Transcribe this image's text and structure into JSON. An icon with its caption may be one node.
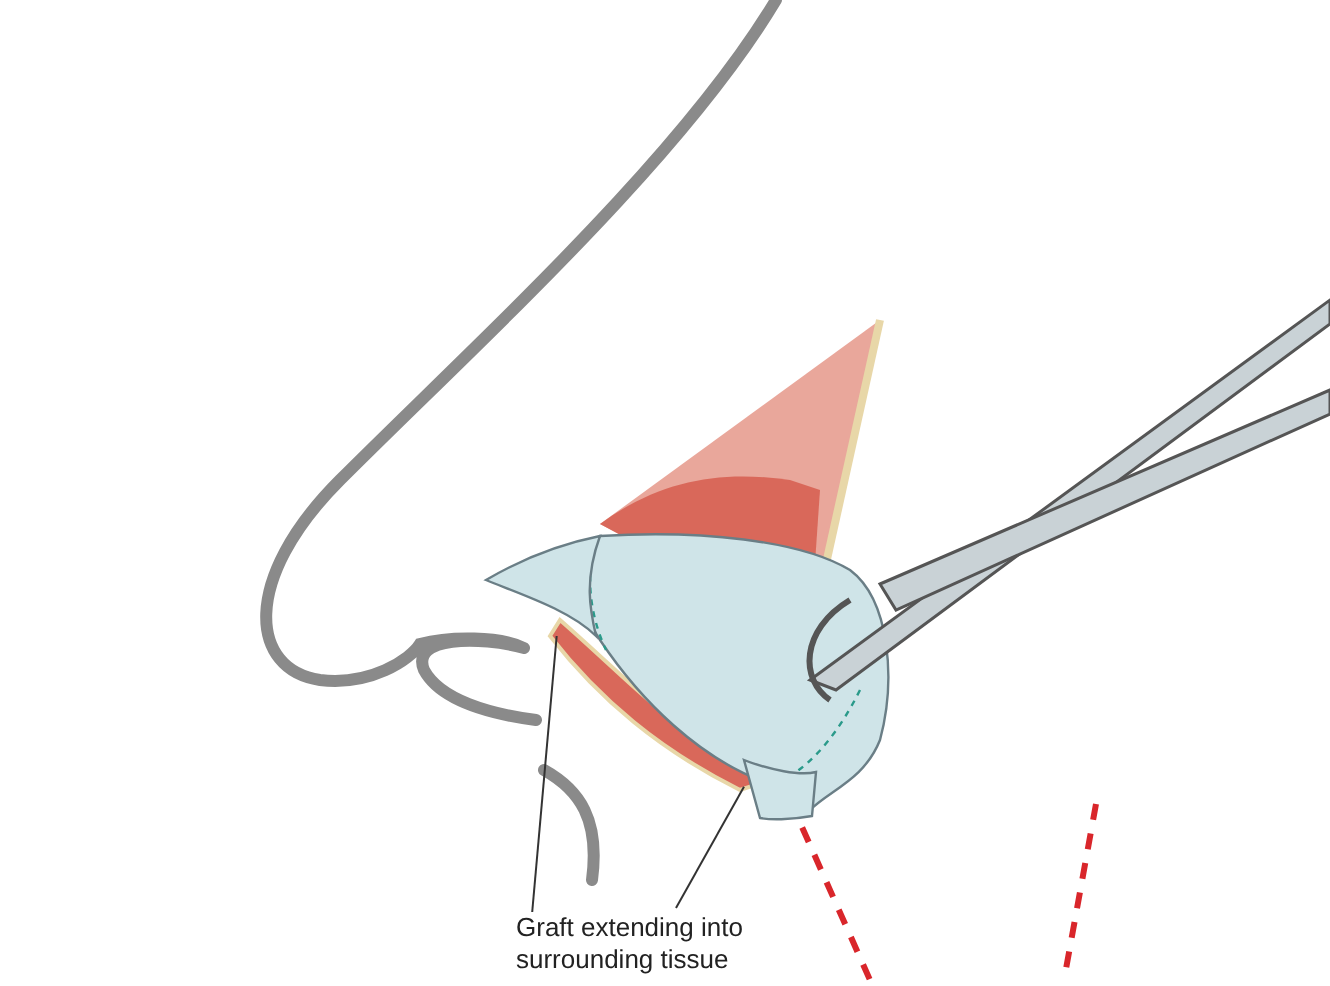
{
  "diagram": {
    "nodes": [
      {
        "text": [
          "Graft extending into surrounding tissue"
        ]
      },
      {
        "text": [],
        "shape": "picture"
      },
      {
        "text": [],
        "shape": "picture"
      }
    ],
    "edges": [
      {
        "from": 0,
        "to": 1,
        "arrow": "none"
      },
      {
        "from": 0,
        "to": 2,
        "arrow": "none"
      }
    ]
  }
}
